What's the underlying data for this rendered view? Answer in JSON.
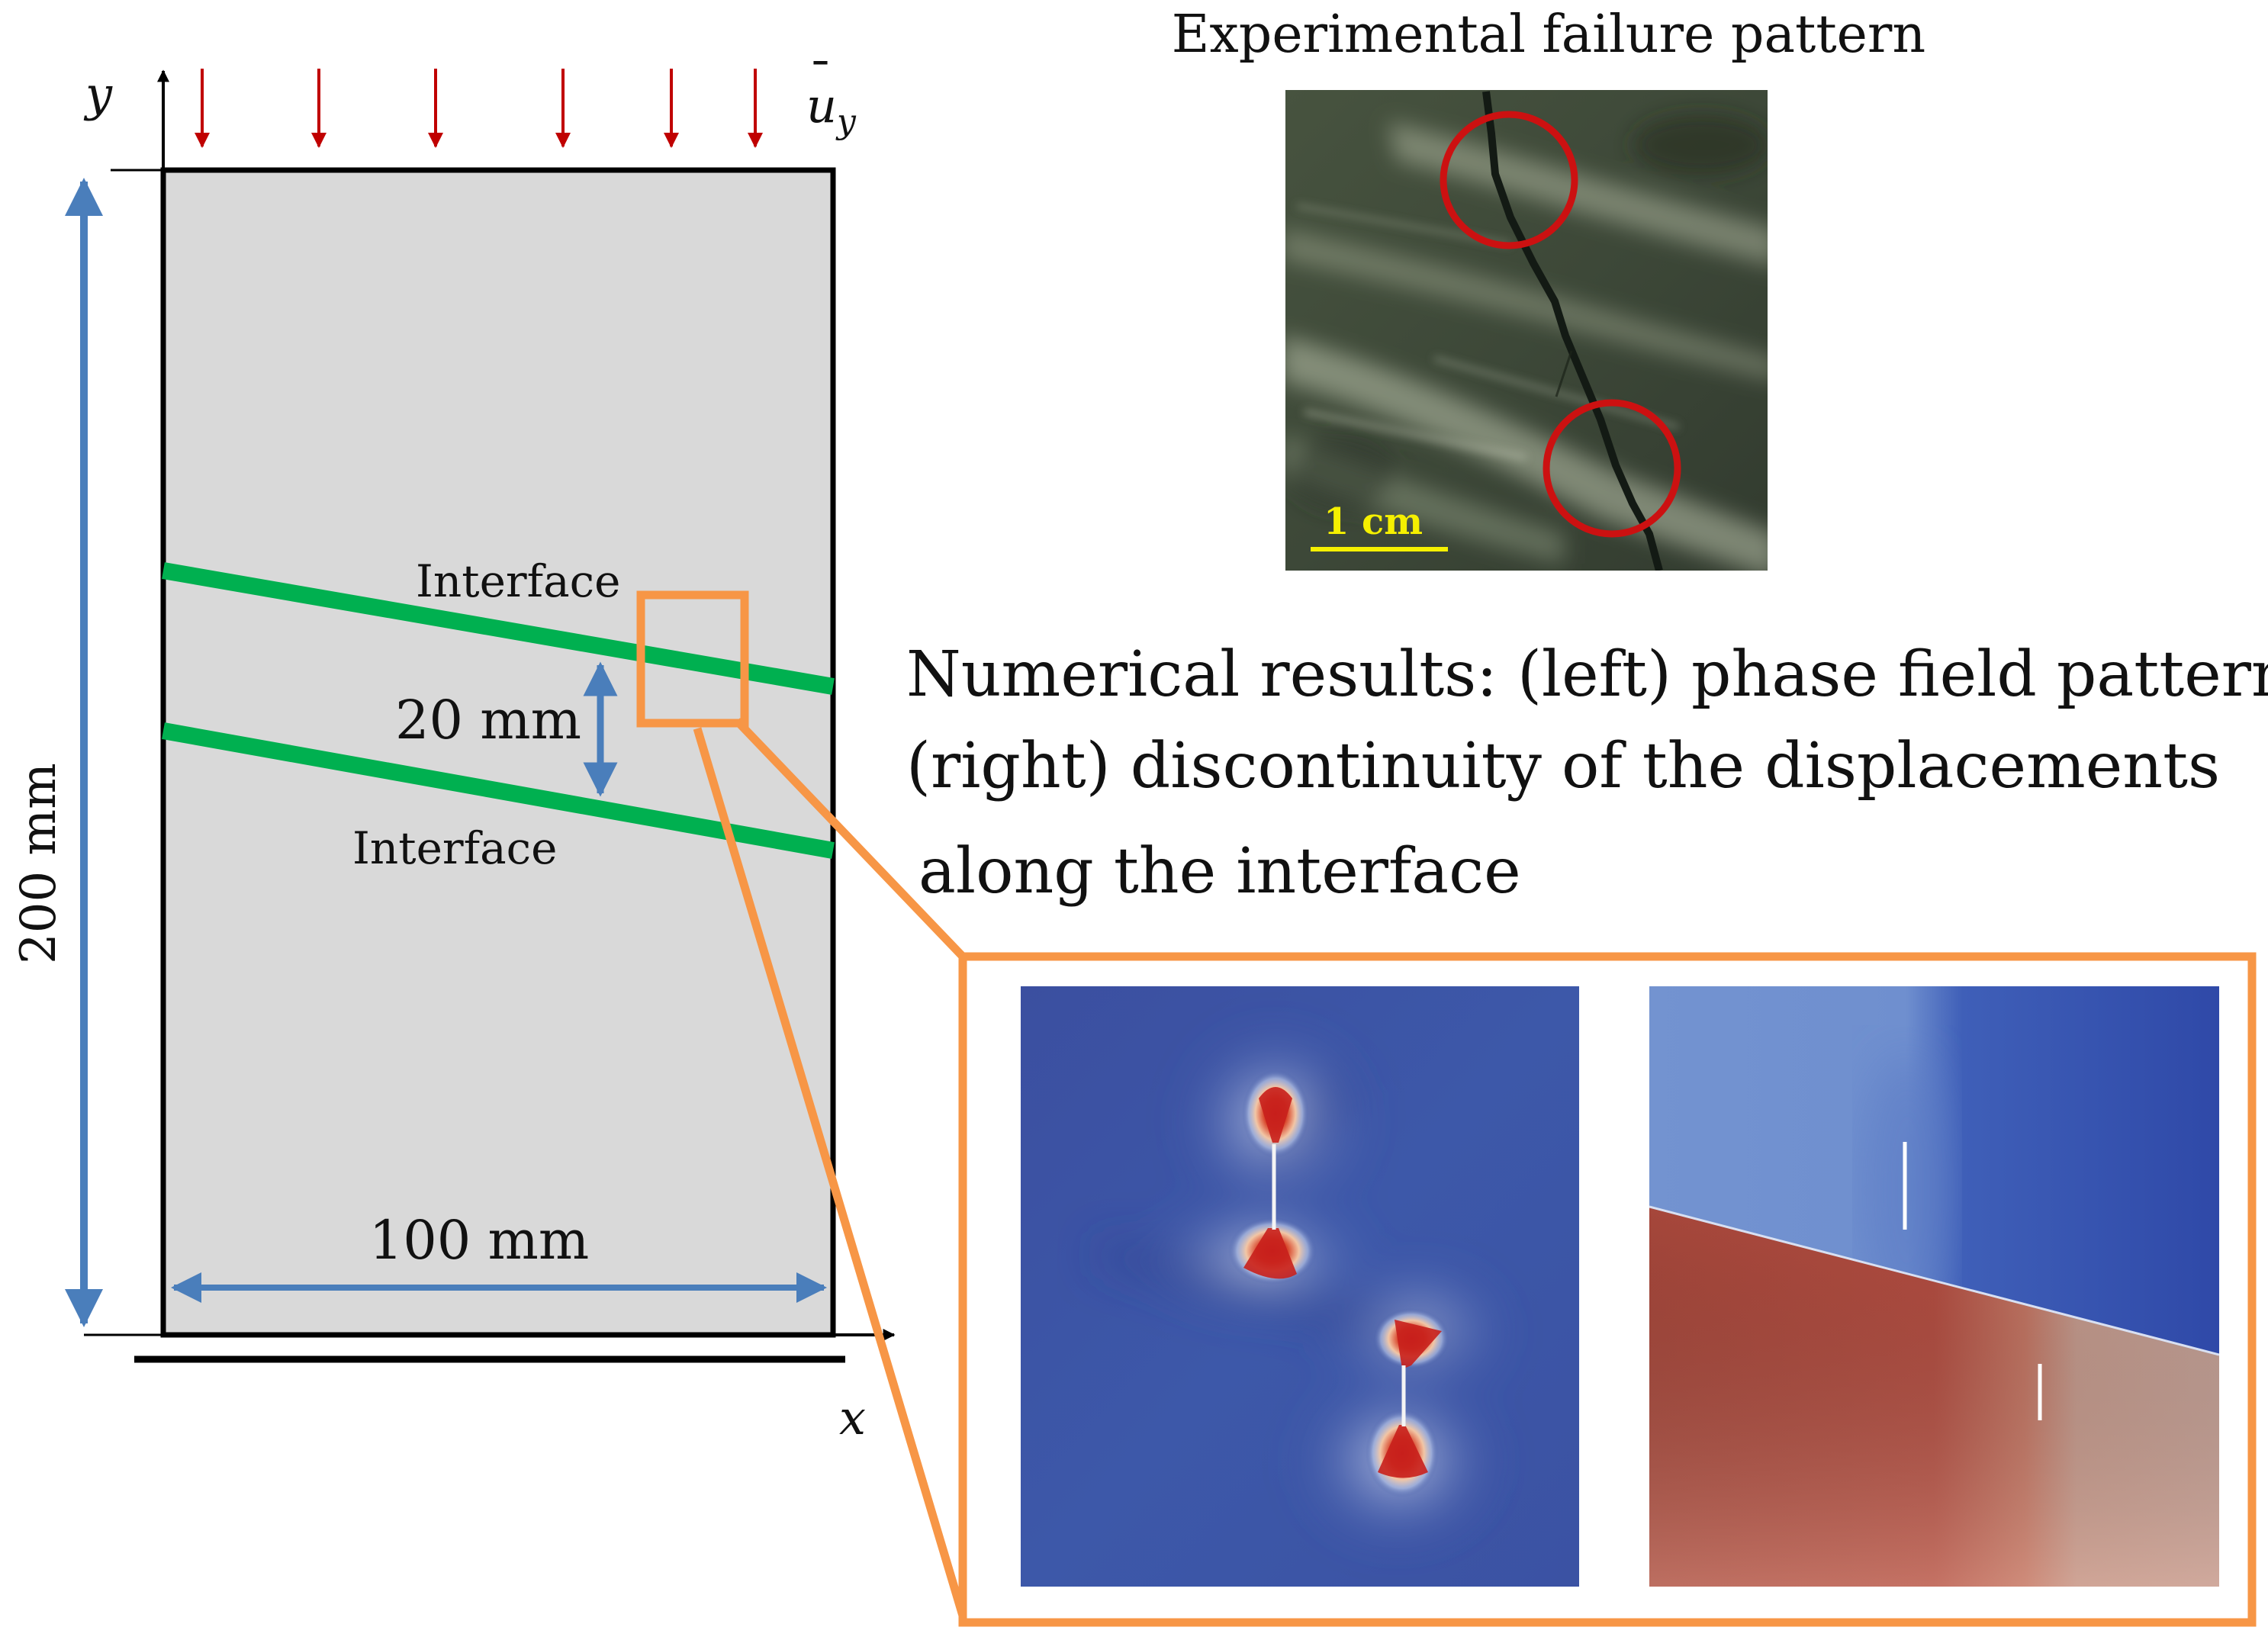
{
  "specimen": {
    "axis_y_label": "y",
    "axis_x_label": "x",
    "load_label_base": "u",
    "load_label_bar": "¯",
    "load_label_sub": "y",
    "load_arrow_count": 6,
    "height_label": "200 mm",
    "width_label": "100 mm",
    "spacing_label": "20 mm",
    "interface_label_top": "Interface",
    "interface_label_bottom": "Interface"
  },
  "experimental": {
    "title": "Experimental failure pattern",
    "scale_label": "1 cm"
  },
  "numerical": {
    "caption_line1": "Numerical results: (left) phase field pattern",
    "caption_line2": "(right) discontinuity of the displacements",
    "caption_line3": "along the interface"
  },
  "colors": {
    "specimen_fill": "#d9d9d9",
    "interface": "#00b050",
    "dimension": "#4a7ebb",
    "load_arrow": "#c00000",
    "zoom_box": "#f79646",
    "circle_marker": "#cc1111",
    "scale_bar": "#f5f000",
    "field_blue": "#3a53a4",
    "field_red": "#b4392c"
  }
}
